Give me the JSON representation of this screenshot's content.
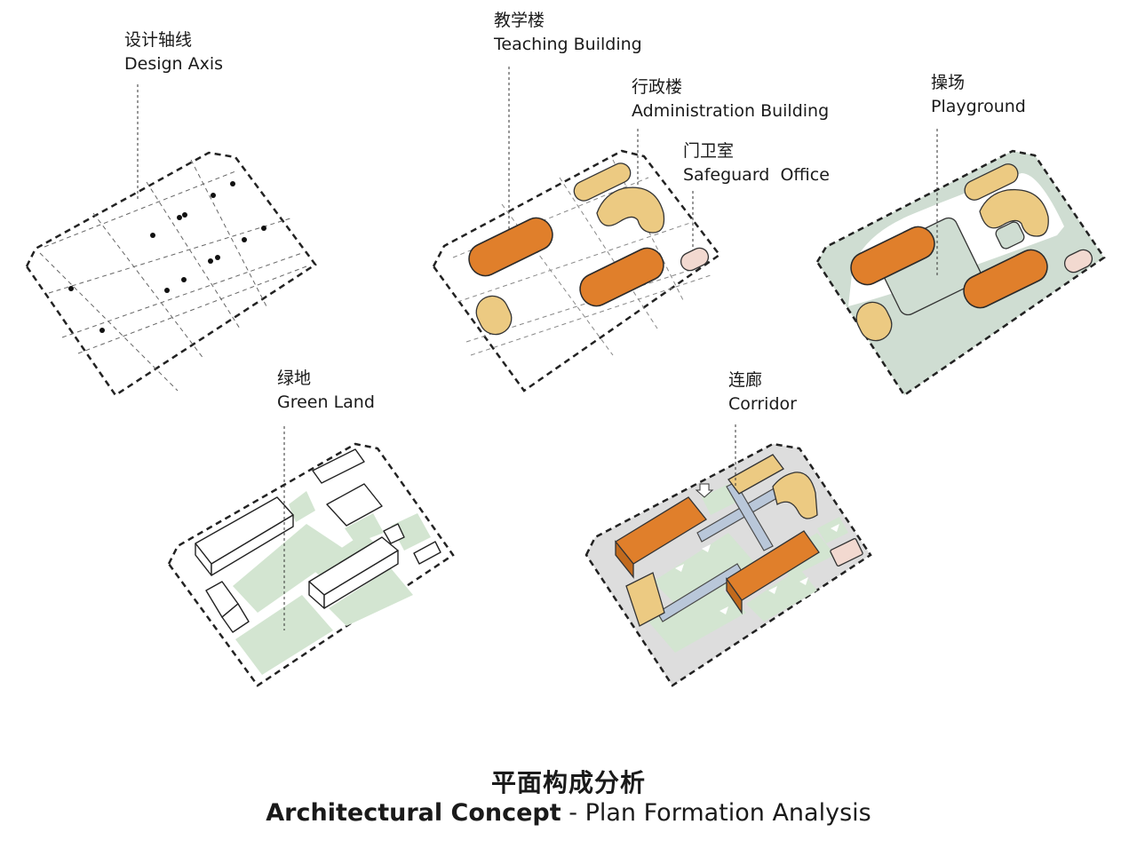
{
  "labels": {
    "axis": {
      "cn": "设计轴线",
      "en": "Design Axis"
    },
    "teaching": {
      "cn": "教学楼",
      "en": "Teaching Building"
    },
    "admin": {
      "cn": "行政楼",
      "en": "Administration Building"
    },
    "guard": {
      "cn": "门卫室",
      "en": "Safeguard  Office"
    },
    "playground": {
      "cn": "操场",
      "en": "Playground"
    },
    "green": {
      "cn": "绿地",
      "en": "Green Land"
    },
    "corridor": {
      "cn": "连廊",
      "en": "Corridor"
    }
  },
  "title": {
    "cn": "平面构成分析",
    "en_bold": "Architectural Concept",
    "en_sep": " - ",
    "en_rest": "Plan Formation Analysis"
  },
  "colors": {
    "teaching": "#e07f2b",
    "admin": "#ecca82",
    "guard": "#f2d9d0",
    "green": "#d3e5d1",
    "site_green": "#cfddd2",
    "site_grey": "#dddddd",
    "corridor": "#b9c7d9"
  }
}
